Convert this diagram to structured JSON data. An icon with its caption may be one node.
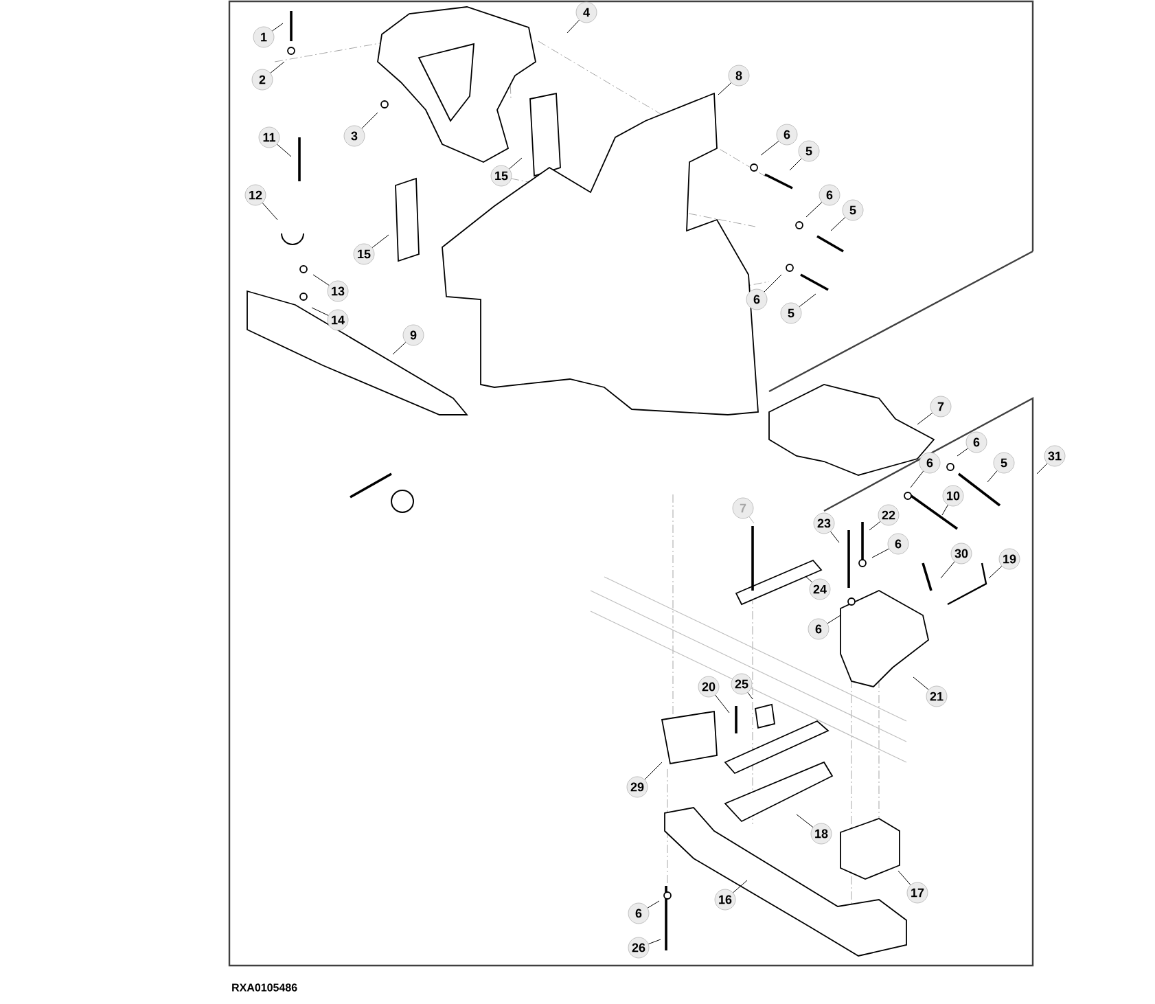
{
  "diagram": {
    "nodes": [
      {
        "text": [
          "1"
        ]
      },
      {
        "text": [
          "2"
        ]
      },
      {
        "text": [
          "3"
        ]
      },
      {
        "text": [
          "4"
        ]
      },
      {
        "text": [
          "8"
        ]
      },
      {
        "text": [
          "6"
        ]
      },
      {
        "text": [
          "5"
        ]
      },
      {
        "text": [
          "6"
        ]
      },
      {
        "text": [
          "5"
        ]
      },
      {
        "text": [
          "6"
        ]
      },
      {
        "text": [
          "5"
        ]
      },
      {
        "text": [
          "11"
        ]
      },
      {
        "text": [
          "12"
        ]
      },
      {
        "text": [
          "15"
        ]
      },
      {
        "text": [
          "15"
        ]
      },
      {
        "text": [
          "13"
        ]
      },
      {
        "text": [
          "14"
        ]
      },
      {
        "text": [
          "9"
        ]
      },
      {
        "text": [
          "7"
        ]
      },
      {
        "text": [
          "6"
        ]
      },
      {
        "text": [
          "5"
        ]
      },
      {
        "text": [
          "31"
        ]
      },
      {
        "text": [
          "6"
        ]
      },
      {
        "text": [
          "10"
        ]
      },
      {
        "text": [
          "22"
        ]
      },
      {
        "text": [
          "23"
        ]
      },
      {
        "text": [
          "6"
        ]
      },
      {
        "text": [
          "30"
        ]
      },
      {
        "text": [
          "19"
        ]
      },
      {
        "text": [
          "24"
        ]
      },
      {
        "text": [
          "6"
        ]
      },
      {
        "text": [
          "21"
        ]
      },
      {
        "text": [
          "20"
        ]
      },
      {
        "text": [
          "25"
        ]
      },
      {
        "text": [
          "29"
        ]
      },
      {
        "text": [
          "18"
        ]
      },
      {
        "text": [
          "16"
        ]
      },
      {
        "text": [
          "17"
        ]
      },
      {
        "text": [
          "6"
        ]
      },
      {
        "text": [
          "26"
        ]
      },
      {
        "text": [
          "7"
        ]
      }
    ],
    "edges": [
      {
        "from": 0,
        "to": null,
        "arrow": "none"
      },
      {
        "from": 1,
        "to": null,
        "arrow": "none"
      },
      {
        "from": 2,
        "to": null,
        "arrow": "none"
      },
      {
        "from": 3,
        "to": null,
        "arrow": "none"
      },
      {
        "from": 4,
        "to": null,
        "arrow": "none"
      },
      {
        "from": 5,
        "to": null,
        "arrow": "none"
      },
      {
        "from": 6,
        "to": null,
        "arrow": "none"
      },
      {
        "from": 7,
        "to": null,
        "arrow": "none"
      },
      {
        "from": 8,
        "to": null,
        "arrow": "none"
      },
      {
        "from": 9,
        "to": null,
        "arrow": "none"
      },
      {
        "from": 10,
        "to": null,
        "arrow": "none"
      },
      {
        "from": 11,
        "to": null,
        "arrow": "none"
      },
      {
        "from": 12,
        "to": null,
        "arrow": "none"
      },
      {
        "from": 13,
        "to": null,
        "arrow": "none"
      },
      {
        "from": 14,
        "to": null,
        "arrow": "none"
      },
      {
        "from": 15,
        "to": null,
        "arrow": "none"
      },
      {
        "from": 16,
        "to": null,
        "arrow": "none"
      },
      {
        "from": 17,
        "to": null,
        "arrow": "none"
      },
      {
        "from": 18,
        "to": null,
        "arrow": "none"
      },
      {
        "from": 19,
        "to": null,
        "arrow": "none"
      },
      {
        "from": 20,
        "to": null,
        "arrow": "none"
      },
      {
        "from": 21,
        "to": null,
        "arrow": "none"
      },
      {
        "from": 22,
        "to": null,
        "arrow": "none"
      },
      {
        "from": 23,
        "to": null,
        "arrow": "none"
      },
      {
        "from": 24,
        "to": null,
        "arrow": "none"
      },
      {
        "from": 25,
        "to": null,
        "arrow": "none"
      },
      {
        "from": 26,
        "to": null,
        "arrow": "none"
      },
      {
        "from": 27,
        "to": null,
        "arrow": "none"
      },
      {
        "from": 28,
        "to": null,
        "arrow": "none"
      },
      {
        "from": 29,
        "to": null,
        "arrow": "none"
      },
      {
        "from": 30,
        "to": null,
        "arrow": "none"
      },
      {
        "from": 31,
        "to": null,
        "arrow": "none"
      },
      {
        "from": 32,
        "to": null,
        "arrow": "none"
      },
      {
        "from": 33,
        "to": null,
        "arrow": "none"
      },
      {
        "from": 34,
        "to": null,
        "arrow": "none"
      },
      {
        "from": 35,
        "to": null,
        "arrow": "none"
      },
      {
        "from": 36,
        "to": null,
        "arrow": "none"
      },
      {
        "from": 37,
        "to": null,
        "arrow": "none"
      },
      {
        "from": 38,
        "to": null,
        "arrow": "none"
      },
      {
        "from": 39,
        "to": null,
        "arrow": "none"
      },
      {
        "from": 40,
        "to": null,
        "arrow": "none",
        "color": "#b0b0b0"
      }
    ],
    "labels": [
      "RXA0105486"
    ]
  }
}
